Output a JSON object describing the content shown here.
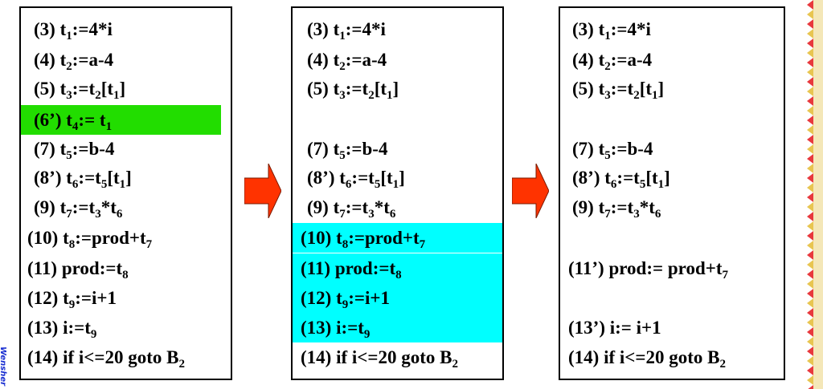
{
  "blocks": [
    {
      "lines": [
        {
          "pre": "(3) ",
          "parts": [
            [
              "t",
              "1"
            ],
            [
              ":=4*i",
              ""
            ]
          ]
        },
        {
          "pre": "(4) ",
          "parts": [
            [
              "t",
              "2"
            ],
            [
              ":=a-4",
              ""
            ]
          ]
        },
        {
          "pre": "(5) ",
          "parts": [
            [
              "t",
              "3"
            ],
            [
              ":=t",
              "2"
            ],
            [
              "[t",
              "1"
            ],
            [
              "]",
              ""
            ]
          ]
        },
        {
          "pre": "(6’) ",
          "parts": [
            [
              "t",
              "4"
            ],
            [
              ":= t",
              "1"
            ]
          ],
          "highlight": "#22dd00"
        },
        {
          "pre": "(7) ",
          "parts": [
            [
              "t",
              "5"
            ],
            [
              ":=b-4",
              ""
            ]
          ]
        },
        {
          "pre": "(8’) ",
          "parts": [
            [
              "t",
              "6"
            ],
            [
              ":=t",
              "5"
            ],
            [
              "[t",
              "1"
            ],
            [
              "]",
              ""
            ]
          ]
        },
        {
          "pre": "(9) ",
          "parts": [
            [
              "t",
              "7"
            ],
            [
              ":=t",
              "3"
            ],
            [
              "*t",
              "6"
            ]
          ]
        },
        {
          "pre": "(10) ",
          "parts": [
            [
              "t",
              "8"
            ],
            [
              ":=prod+t",
              "7"
            ]
          ]
        },
        {
          "pre": "(11) ",
          "parts": [
            [
              "prod:=t",
              "8"
            ]
          ]
        },
        {
          "pre": "(12) ",
          "parts": [
            [
              "t",
              "9"
            ],
            [
              ":=i+1",
              ""
            ]
          ]
        },
        {
          "pre": "(13) ",
          "parts": [
            [
              "i:=t",
              "9"
            ]
          ]
        },
        {
          "pre": "(14) ",
          "parts": [
            [
              "if i<=20 goto B",
              "2"
            ]
          ]
        }
      ]
    },
    {
      "lines": [
        {
          "pre": "(3) ",
          "parts": [
            [
              "t",
              "1"
            ],
            [
              ":=4*i",
              ""
            ]
          ]
        },
        {
          "pre": "(4) ",
          "parts": [
            [
              "t",
              "2"
            ],
            [
              ":=a-4",
              ""
            ]
          ]
        },
        {
          "pre": "(5) ",
          "parts": [
            [
              "t",
              "3"
            ],
            [
              ":=t",
              "2"
            ],
            [
              "[t",
              "1"
            ],
            [
              "]",
              ""
            ]
          ]
        },
        null,
        {
          "pre": "(7) ",
          "parts": [
            [
              "t",
              "5"
            ],
            [
              ":=b-4",
              ""
            ]
          ]
        },
        {
          "pre": "(8’) ",
          "parts": [
            [
              "t",
              "6"
            ],
            [
              ":=t",
              "5"
            ],
            [
              "[t",
              "1"
            ],
            [
              "]",
              ""
            ]
          ]
        },
        {
          "pre": "(9) ",
          "parts": [
            [
              "t",
              "7"
            ],
            [
              ":=t",
              "3"
            ],
            [
              "*t",
              "6"
            ]
          ]
        },
        {
          "pre": "(10) ",
          "parts": [
            [
              "t",
              "8"
            ],
            [
              ":=prod+t",
              "7"
            ]
          ],
          "highlight": "#00ffff"
        },
        {
          "pre": "(11) ",
          "parts": [
            [
              "prod:=t",
              "8"
            ]
          ],
          "highlight": "#00ffff"
        },
        {
          "pre": "(12) ",
          "parts": [
            [
              "t",
              "9"
            ],
            [
              ":=i+1",
              ""
            ]
          ],
          "highlight": "#00ffff"
        },
        {
          "pre": "(13) ",
          "parts": [
            [
              "i:=t",
              "9"
            ]
          ],
          "highlight": "#00ffff"
        },
        {
          "pre": "(14) ",
          "parts": [
            [
              "if i<=20 goto B",
              "2"
            ]
          ]
        }
      ]
    },
    {
      "lines": [
        {
          "pre": "(3) ",
          "parts": [
            [
              "t",
              "1"
            ],
            [
              ":=4*i",
              ""
            ]
          ]
        },
        {
          "pre": "(4) ",
          "parts": [
            [
              "t",
              "2"
            ],
            [
              ":=a-4",
              ""
            ]
          ]
        },
        {
          "pre": "(5) ",
          "parts": [
            [
              "t",
              "3"
            ],
            [
              ":=t",
              "2"
            ],
            [
              "[t",
              "1"
            ],
            [
              "]",
              ""
            ]
          ]
        },
        null,
        {
          "pre": "(7) ",
          "parts": [
            [
              "t",
              "5"
            ],
            [
              ":=b-4",
              ""
            ]
          ]
        },
        {
          "pre": "(8’) ",
          "parts": [
            [
              "t",
              "6"
            ],
            [
              ":=t",
              "5"
            ],
            [
              "[t",
              "1"
            ],
            [
              "]",
              ""
            ]
          ]
        },
        {
          "pre": "(9) ",
          "parts": [
            [
              "t",
              "7"
            ],
            [
              ":=t",
              "3"
            ],
            [
              "*t",
              "6"
            ]
          ]
        },
        null,
        {
          "pre": "(11’) ",
          "parts": [
            [
              "prod:= prod+t",
              "7"
            ]
          ]
        },
        null,
        {
          "pre": "(13’) ",
          "parts": [
            [
              "i:= i+1",
              ""
            ]
          ]
        },
        {
          "pre": "(14) ",
          "parts": [
            [
              "if i<=20 goto B",
              "2"
            ]
          ]
        }
      ]
    }
  ],
  "arrow_color": "#ff3300",
  "author_mark": "Wensher"
}
